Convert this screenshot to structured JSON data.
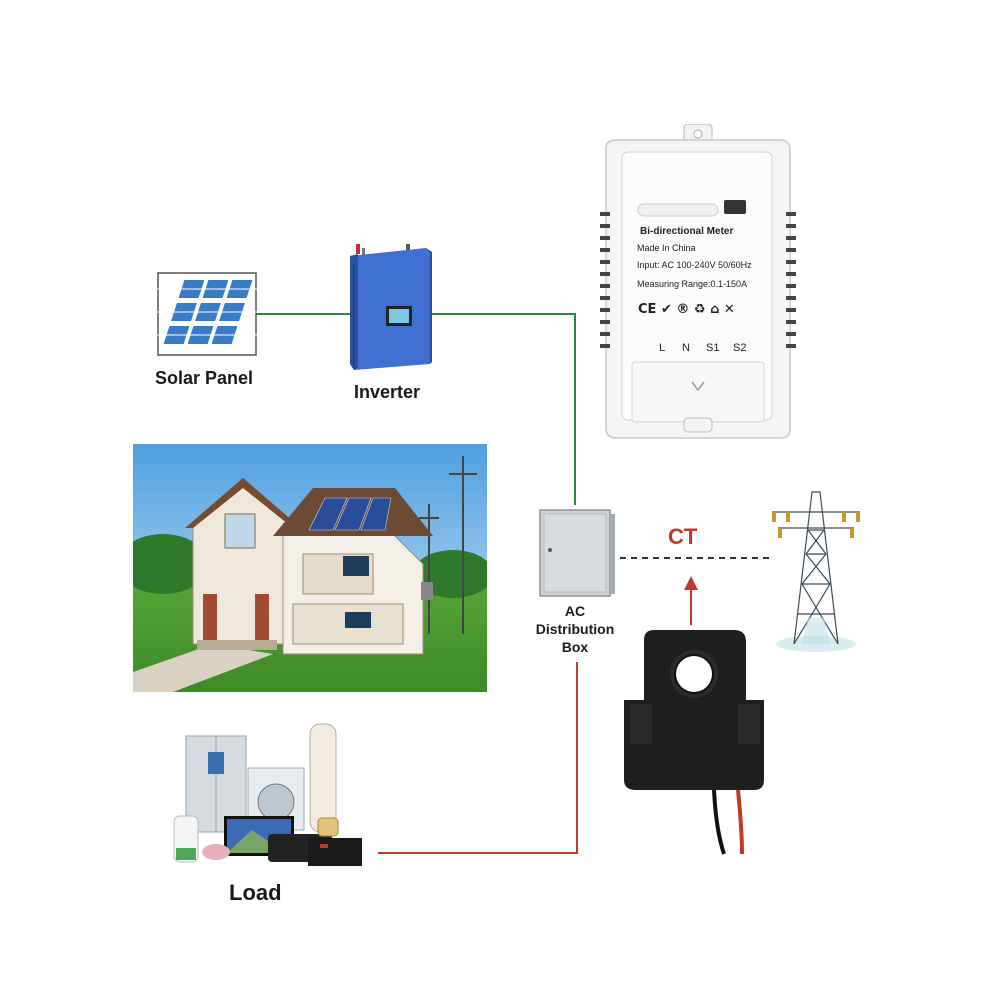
{
  "labels": {
    "solar_panel": "Solar Panel",
    "inverter": "Inverter",
    "load": "Load",
    "ac_box_line1": "AC",
    "ac_box_line2": "Distribution",
    "ac_box_line3": "Box",
    "ct": "CT"
  },
  "meter": {
    "title": "Bi-directional Meter",
    "made": "Made In China",
    "input": "Input: AC 100-240V 50/60Hz",
    "range": "Measuring Range:0.1-150A",
    "terminals": [
      "L",
      "N",
      "S1",
      "S2"
    ]
  },
  "colors": {
    "green_line": "#2e8b3e",
    "red_line": "#c0392b",
    "inverter_blue": "#3f6fd1"
  },
  "icons": [
    "solar-panel-icon",
    "inverter-icon",
    "meter-icon",
    "house-image",
    "distribution-box-icon",
    "ct-clamp-icon",
    "transmission-tower-icon",
    "appliances-icon"
  ]
}
